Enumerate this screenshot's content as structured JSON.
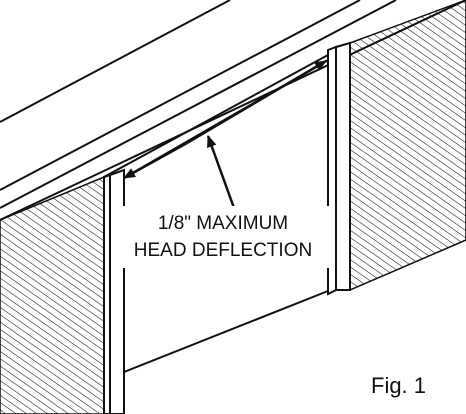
{
  "annotation": {
    "line1": "1/8\" MAXIMUM",
    "line2": "HEAD DEFLECTION"
  },
  "figure_label": "Fig. 1",
  "colors": {
    "stroke": "#111111",
    "background": "#ffffff"
  }
}
